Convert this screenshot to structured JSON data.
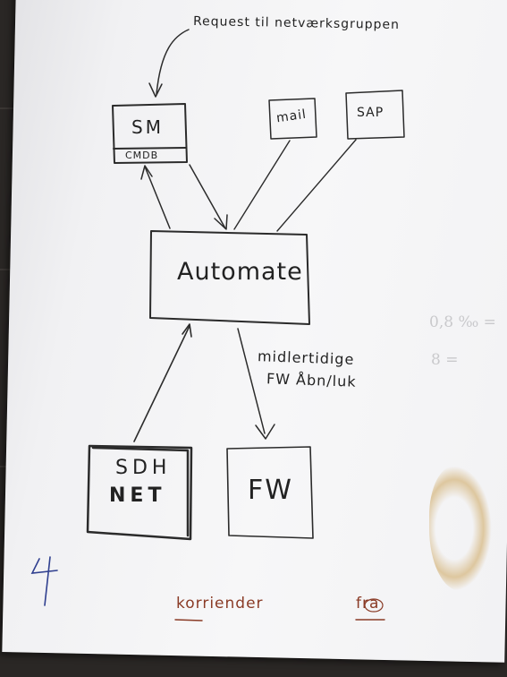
{
  "header_note": "Request til netværksgruppen",
  "nodes": {
    "sm": {
      "label": "SM",
      "sublabel": "CMDB"
    },
    "mail": {
      "label": "mail"
    },
    "sap": {
      "label": "SAP"
    },
    "automate": {
      "label": "Automate"
    },
    "sdh_net": {
      "line1": "SDH",
      "line2": "NET"
    },
    "fw": {
      "label": "FW"
    }
  },
  "edge_label": {
    "line1": "midlertidige",
    "line2": "FW Åbn/luk"
  },
  "margin_notes": {
    "ratio": "0,8 ‰ =",
    "eight": "8 ="
  },
  "footer": {
    "word1": "korriender",
    "word2": "fra",
    "doodle": "4"
  },
  "colors": {
    "pencil": "#2b2b2b",
    "blue_ink": "#2f3f8f",
    "brown_ink": "#8a3b26",
    "faint_pencil": "#c9c9cc",
    "desk": "#2a2725"
  }
}
